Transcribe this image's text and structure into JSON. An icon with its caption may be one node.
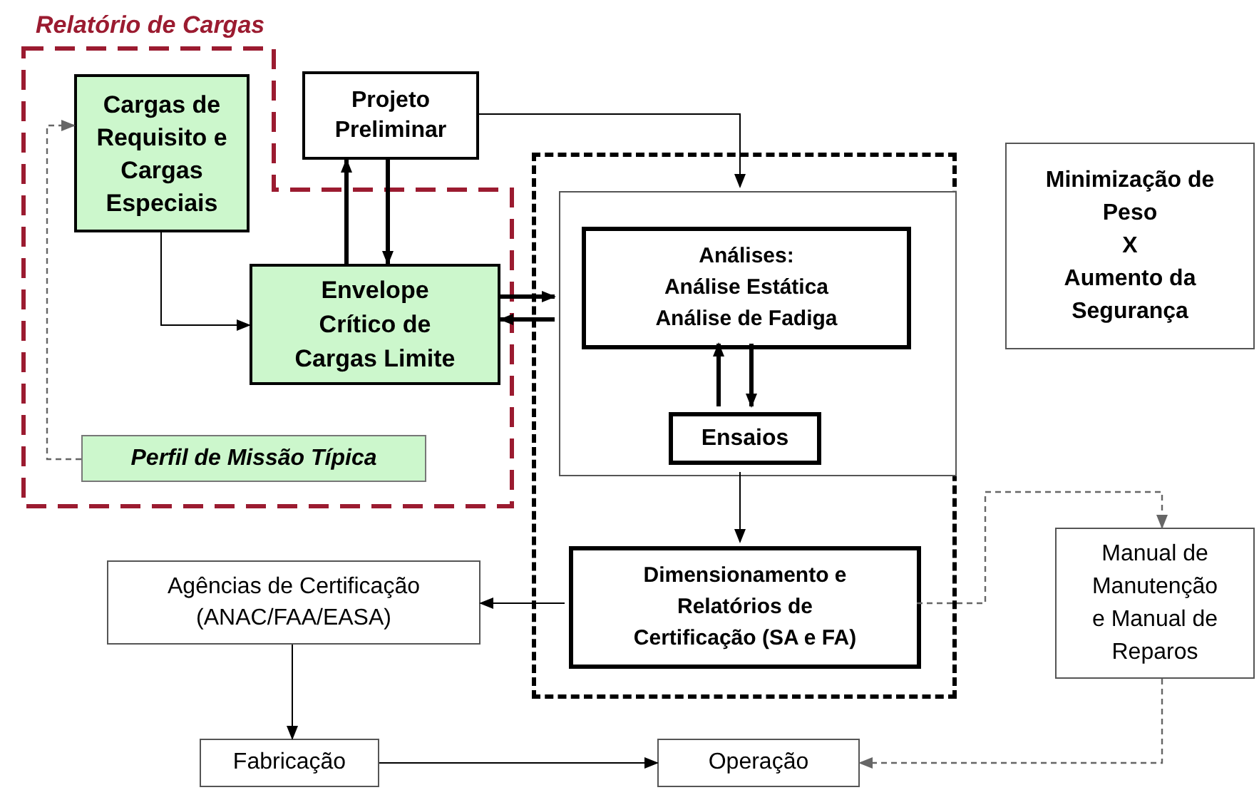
{
  "diagram": {
    "nodes": [
      {
        "text": [
          "Relatório de Cargas"
        ]
      },
      {
        "text": [
          "Cargas de Requisito e Cargas Especiais"
        ],
        "in": 0
      },
      {
        "text": [
          "Projeto Preliminar"
        ]
      },
      {
        "text": [
          "Envelope Crítico de Cargas Limite"
        ],
        "in": 0
      },
      {
        "text": [
          "Perfil de Missão Típica"
        ],
        "in": 0
      },
      {
        "text": [],
        "shape": "box"
      },
      {
        "text": [],
        "shape": "box",
        "in": 5
      },
      {
        "text": [
          "Análises:",
          "Análise Estática",
          "Análise de Fadiga"
        ],
        "in": 6
      },
      {
        "text": [
          "Ensaios"
        ],
        "in": 6
      },
      {
        "text": [
          "Dimensionamento e Relatórios de Certificação (SA e FA)"
        ],
        "in": 5
      },
      {
        "text": [
          "Minimização de Peso",
          "X",
          "Aumento da Segurança"
        ]
      },
      {
        "text": [
          "Manual de Manutenção e Manual de Reparos"
        ]
      },
      {
        "text": [
          "Agências de Certificação (ANAC/FAA/EASA)"
        ]
      },
      {
        "text": [
          "Fabricação"
        ]
      },
      {
        "text": [
          "Operação"
        ]
      }
    ],
    "edges": [
      {
        "from": 1,
        "to": 3,
        "arrow": "to"
      },
      {
        "from": 3,
        "to": 2,
        "arrow": "to",
        "style": "thick"
      },
      {
        "from": 2,
        "to": 3,
        "arrow": "to",
        "style": "thick"
      },
      {
        "from": 2,
        "to": 6,
        "arrow": "to"
      },
      {
        "from": 3,
        "to": 6,
        "arrow": "to",
        "style": "thick"
      },
      {
        "from": 6,
        "to": 3,
        "arrow": "to",
        "style": "thick"
      },
      {
        "from": 8,
        "to": 7,
        "arrow": "to",
        "style": "thick"
      },
      {
        "from": 7,
        "to": 8,
        "arrow": "to",
        "style": "thick"
      },
      {
        "from": 6,
        "to": 9,
        "arrow": "to"
      },
      {
        "from": 9,
        "to": 12,
        "arrow": "to"
      },
      {
        "from": 9,
        "to": 11,
        "arrow": "to",
        "style": "dashed",
        "color": "#666666"
      },
      {
        "from": 4,
        "to": 1,
        "arrow": "to",
        "style": "dashed",
        "color": "#666666"
      },
      {
        "from": 12,
        "to": 13,
        "arrow": "to"
      },
      {
        "from": 13,
        "to": 14,
        "arrow": "to"
      },
      {
        "from": 11,
        "to": 14,
        "arrow": "to",
        "style": "dashed",
        "color": "#666666"
      }
    ]
  }
}
